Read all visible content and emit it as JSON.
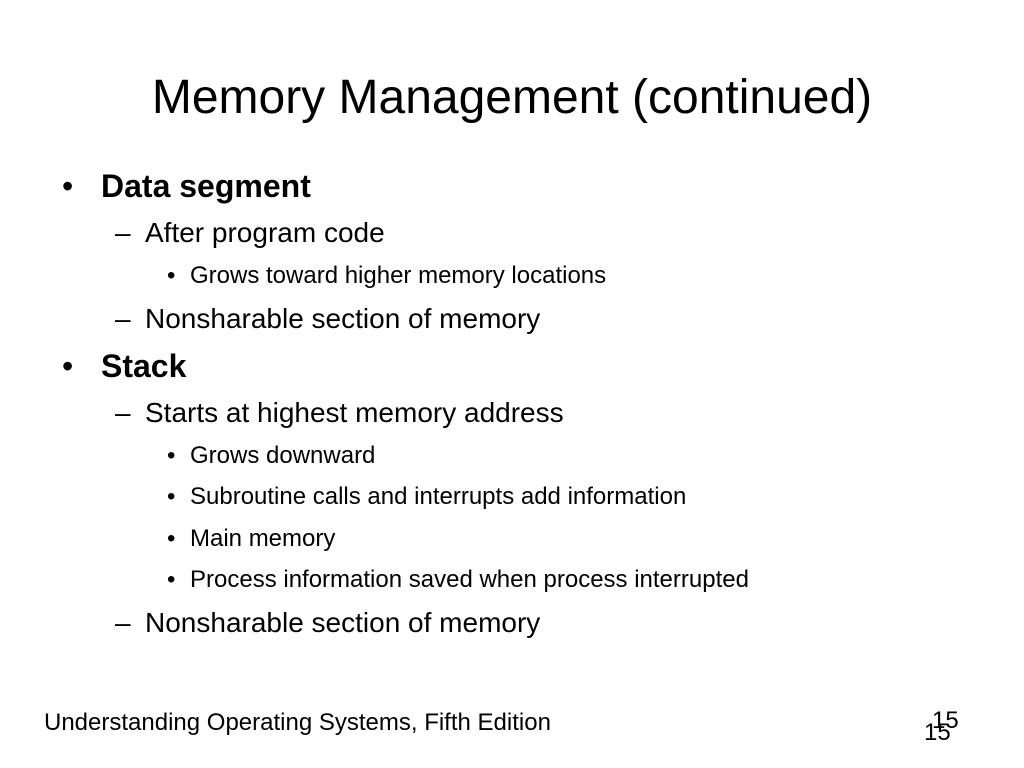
{
  "slide": {
    "title": "Memory Management (continued)",
    "bullets": [
      {
        "marker": "•",
        "text": "Data segment"
      },
      {
        "marker": "–",
        "text": "After program code"
      },
      {
        "marker": "•",
        "text": "Grows toward higher memory locations"
      },
      {
        "marker": "–",
        "text": "Nonsharable section of memory"
      },
      {
        "marker": "•",
        "text": "Stack"
      },
      {
        "marker": "–",
        "text": "Starts at highest memory address"
      },
      {
        "marker": "•",
        "text": "Grows downward"
      },
      {
        "marker": "•",
        "text": "Subroutine calls and interrupts add information"
      },
      {
        "marker": "•",
        "text": "Main memory"
      },
      {
        "marker": "•",
        "text": "Process information saved when process interrupted"
      },
      {
        "marker": "–",
        "text": "Nonsharable section of memory"
      }
    ]
  },
  "footer": {
    "book_title": "Understanding Operating Systems, Fifth Edition",
    "page_number_master": "15",
    "page_number": "15"
  }
}
